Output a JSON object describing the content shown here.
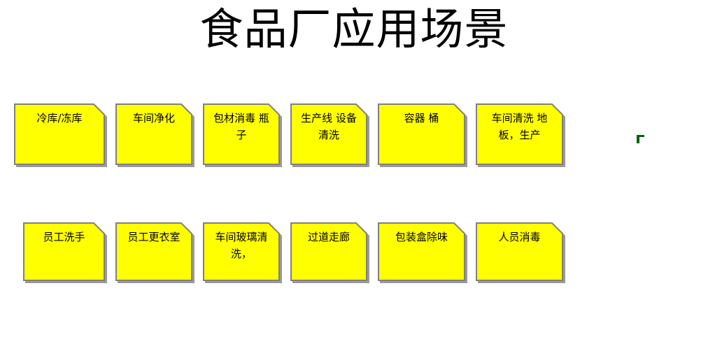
{
  "page": {
    "title": "食品厂应用场景",
    "background_color": "#ffffff",
    "card_fill_color": "#ffff00",
    "card_border_color": "#808080",
    "card_shadow_color": "#9a9a9a",
    "text_color": "#000000",
    "marker_color": "#006400"
  },
  "rows": [
    {
      "id": "row-1",
      "cards": [
        {
          "label": "冷库/冻库",
          "width": 130,
          "height": 88
        },
        {
          "label": "车间净化",
          "width": 110,
          "height": 88
        },
        {
          "label": "包材消毒 瓶子",
          "width": 110,
          "height": 88
        },
        {
          "label": "生产线 设备清洗",
          "width": 110,
          "height": 88
        },
        {
          "label": "容器 桶",
          "width": 125,
          "height": 88
        },
        {
          "label": "车间清洗 地板，生产",
          "width": 125,
          "height": 88
        }
      ]
    },
    {
      "id": "row-2",
      "cards": [
        {
          "label": "员工洗手",
          "width": 117,
          "height": 84
        },
        {
          "label": "员工更衣室",
          "width": 110,
          "height": 84
        },
        {
          "label": "车间玻璃清洗，",
          "width": 110,
          "height": 84
        },
        {
          "label": "过道走廊",
          "width": 110,
          "height": 84
        },
        {
          "label": "包装盒除味",
          "width": 125,
          "height": 84
        },
        {
          "label": "人员消毒",
          "width": 125,
          "height": 84
        }
      ]
    }
  ],
  "marker": {
    "name": "green-flag-marker",
    "color": "#006400"
  }
}
